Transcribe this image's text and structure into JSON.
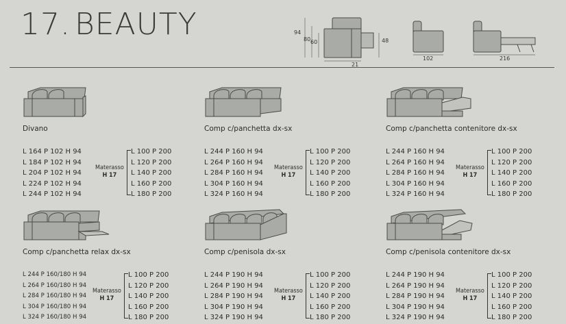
{
  "header": {
    "number": "17.",
    "title": "BEAUTY",
    "dimensions": {
      "front": {
        "h_total": "94",
        "h_back": "80",
        "h_seat": "60",
        "h_arm": "48",
        "w_arm": "21"
      },
      "side_depth": "102",
      "open_depth": "216"
    }
  },
  "products": [
    {
      "name": "Divano",
      "sizes": [
        "L 164 P 102 H 94",
        "L 184 P 102 H 94",
        "L 204 P 102 H 94",
        "L 224 P 102 H 94",
        "L 244 P 102 H 94"
      ],
      "materasso_label": "Materasso",
      "materasso_h": "H 17",
      "mattresses": [
        "L 100 P 200",
        "L 120 P 200",
        "L 140 P 200",
        "L 160 P 200",
        "L 180 P 200"
      ]
    },
    {
      "name": "Comp c/panchetta dx-sx",
      "sizes": [
        "L 244 P 160 H 94",
        "L 264 P 160 H 94",
        "L 284 P 160 H 94",
        "L 304 P 160 H 94",
        "L 324 P 160 H 94"
      ],
      "materasso_label": "Materasso",
      "materasso_h": "H 17",
      "mattresses": [
        "L 100 P 200",
        "L 120 P 200",
        "L 140 P 200",
        "L 160 P 200",
        "L 180 P 200"
      ]
    },
    {
      "name": "Comp c/panchetta contenitore dx-sx",
      "sizes": [
        "L 244 P 160 H 94",
        "L 264 P 160 H 94",
        "L 284 P 160 H 94",
        "L 304 P 160 H 94",
        "L 324 P 160 H 94"
      ],
      "materasso_label": "Materasso",
      "materasso_h": "H 17",
      "mattresses": [
        "L 100 P 200",
        "L 120 P 200",
        "L 140 P 200",
        "L 160 P 200",
        "L 180 P 200"
      ]
    },
    {
      "name": "Comp c/panchetta relax dx-sx",
      "sizes": [
        "L 244 P 160/180 H 94",
        "L 264 P 160/180 H 94",
        "L 284 P 160/180 H 94",
        "L 304 P 160/180 H 94",
        "L 324 P 160/180 H 94"
      ],
      "materasso_label": "Materasso",
      "materasso_h": "H 17",
      "mattresses": [
        "L 100 P 200",
        "L 120 P 200",
        "L 140 P 200",
        "L 160 P 200",
        "L 180 P 200"
      ]
    },
    {
      "name": "Comp c/penisola dx-sx",
      "sizes": [
        "L 244 P 190 H 94",
        "L 264 P 190 H 94",
        "L 284 P 190 H 94",
        "L 304 P 190 H 94",
        "L 324 P 190 H 94"
      ],
      "materasso_label": "Materasso",
      "materasso_h": "H 17",
      "mattresses": [
        "L 100 P 200",
        "L 120 P 200",
        "L 140 P 200",
        "L 160 P 200",
        "L 180 P 200"
      ]
    },
    {
      "name": "Comp c/penisola contenitore dx-sx",
      "sizes": [
        "L 244 P 190 H 94",
        "L 264 P 190 H 94",
        "L 284 P 190 H 94",
        "L 304 P 190 H 94",
        "L 324 P 190 H 94"
      ],
      "materasso_label": "Materasso",
      "materasso_h": "H 17",
      "mattresses": [
        "L 100 P 200",
        "L 120 P 200",
        "L 140 P 200",
        "L 160 P 200",
        "L 180 P 200"
      ]
    }
  ],
  "colors": {
    "background": "#d5d6d1",
    "sofa_fill": "#a9aba7",
    "sofa_stroke": "#4a4a48",
    "text": "#2b2b2b"
  }
}
